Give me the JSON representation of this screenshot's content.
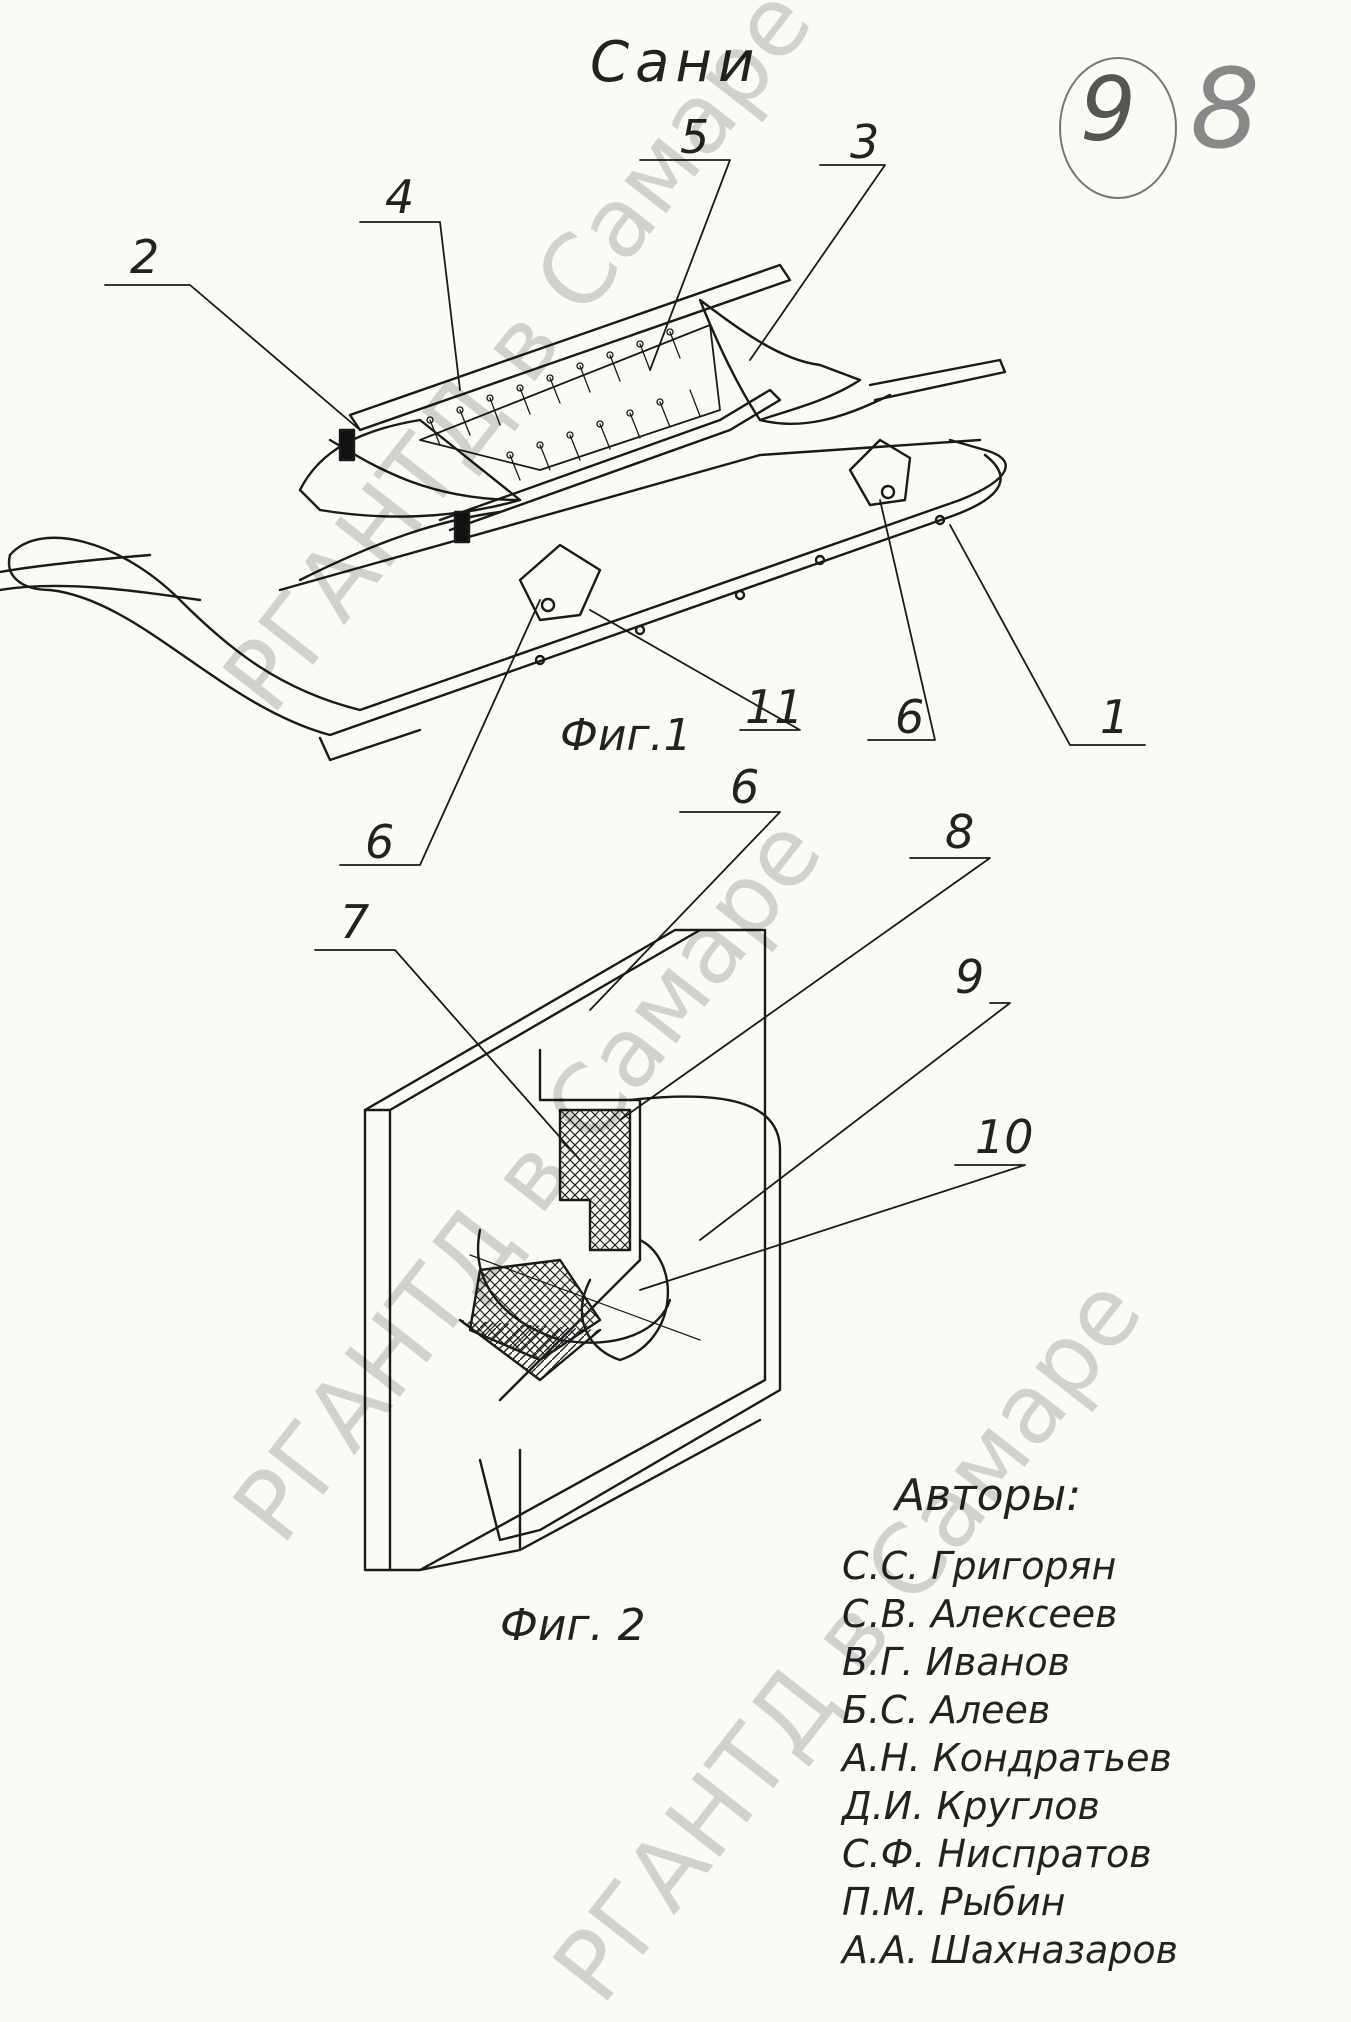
{
  "title": "Сани",
  "sheet_number": "9",
  "sheet_number_alt": "8",
  "watermark": "РГАНТД в Самаре",
  "fig1": {
    "caption": "Фиг.1",
    "callouts": [
      "1",
      "2",
      "3",
      "4",
      "5",
      "6",
      "6",
      "11"
    ]
  },
  "fig2": {
    "caption": "Фиг. 2",
    "callouts": [
      "6",
      "7",
      "8",
      "9",
      "10"
    ]
  },
  "authors": {
    "heading": "Авторы:",
    "names": [
      "С.С. Григорян",
      "С.В. Алексеев",
      "В.Г. Иванов",
      "Б.С. Алеев",
      "А.Н. Кондратьев",
      "Д.И. Круглов",
      "С.Ф. Ниспратов",
      "П.М. Рыбин",
      "А.А. Шахназаров"
    ]
  }
}
